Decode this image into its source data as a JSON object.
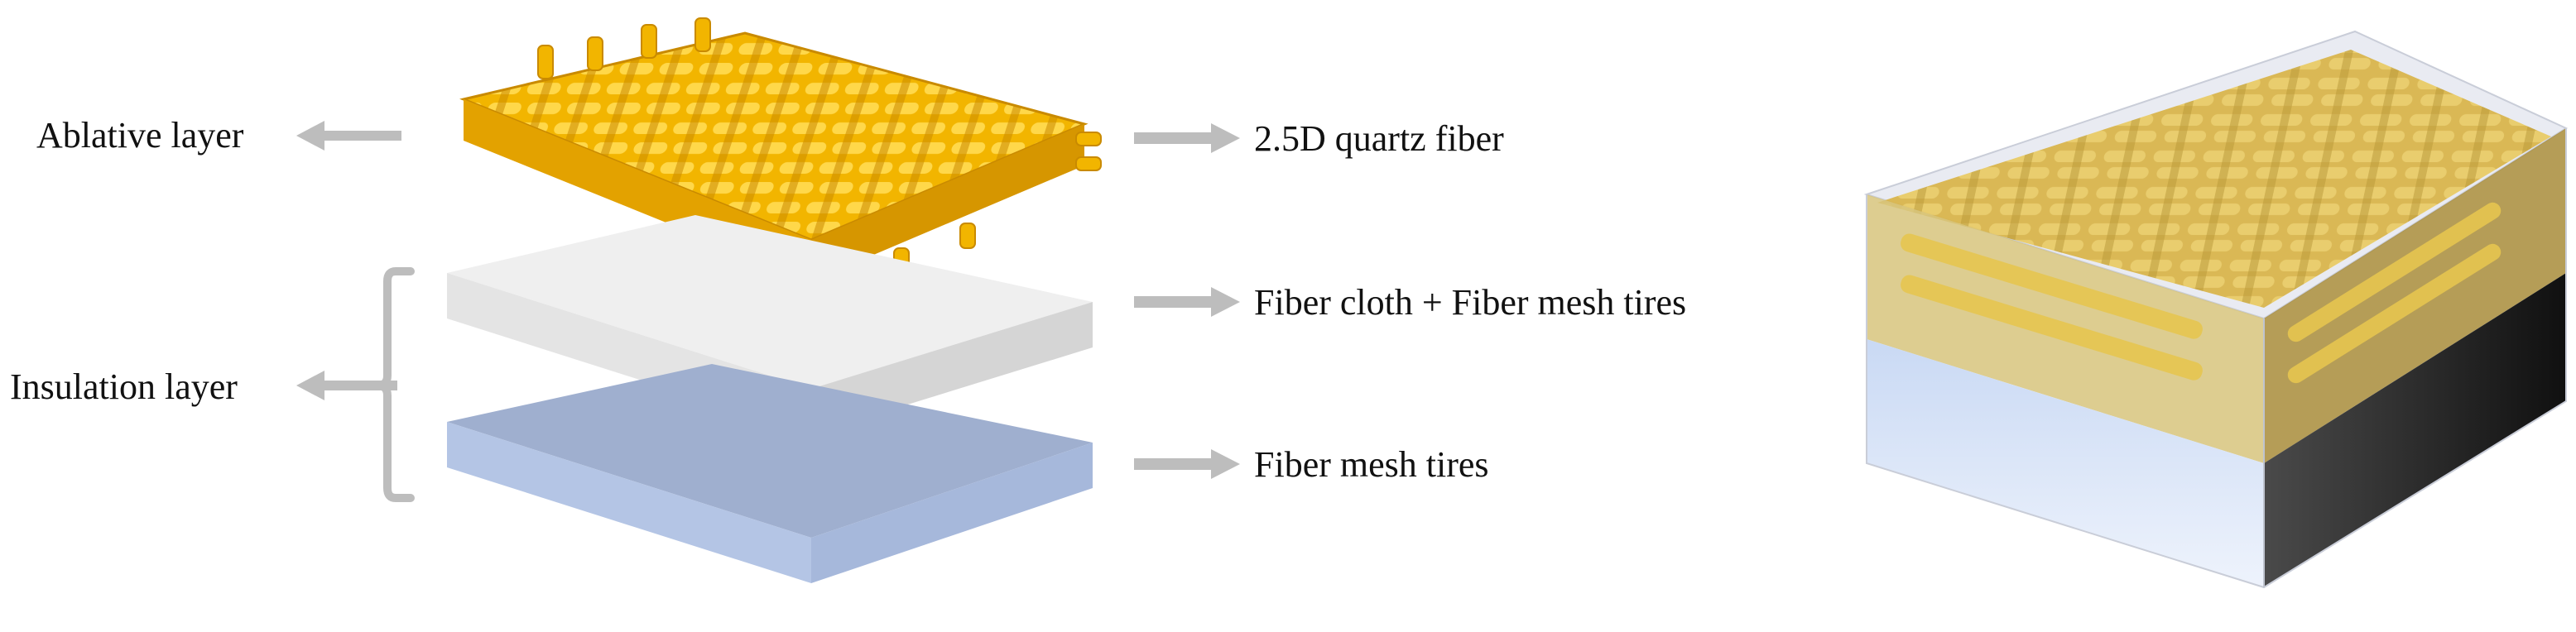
{
  "labels": {
    "ablative": "Ablative layer",
    "insulation": "Insulation layer",
    "quartz": "2.5D quartz fiber",
    "cloth_tires": "Fiber cloth + Fiber mesh tires",
    "mesh_tires": "Fiber mesh tires"
  },
  "colors": {
    "fiber_gold": "#F2B500",
    "fiber_gold_dark": "#C98A00",
    "fiber_gold_light": "#FFD84A",
    "white_slab_top": "#EFEFEF",
    "white_slab_side": "#D8D8D8",
    "blue_slab_top": "#9FAFCF",
    "blue_slab_side": "#AFC0E0",
    "arrow_gray": "#BDBDBD",
    "bracket_gray": "#BDBDBD"
  },
  "icons": {
    "arrow": "right-arrow-icon",
    "bracket": "curly-bracket-icon"
  }
}
